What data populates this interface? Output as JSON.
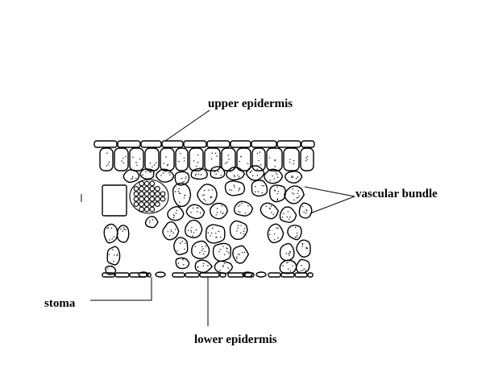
{
  "labels": {
    "upper_epidermis": "upper epidermis",
    "vascular_bundle": "vascular bundle",
    "stoma": "stoma",
    "lower_epidermis": "lower epidermis"
  },
  "colors": {
    "ink": "#000000",
    "background": "#ffffff"
  }
}
